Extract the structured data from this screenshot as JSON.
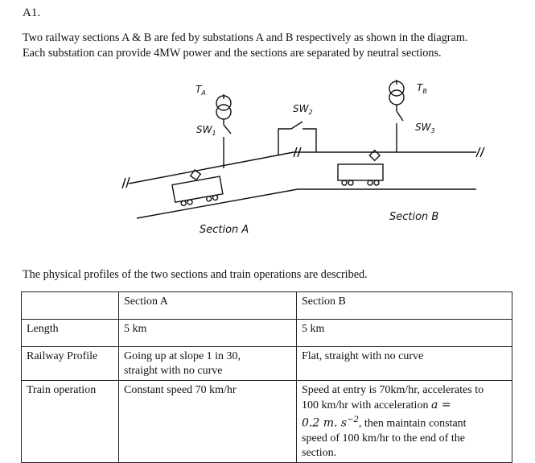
{
  "question": {
    "label": "A1."
  },
  "intro": {
    "line1": "Two railway sections A & B are fed by substations A and B respectively as shown in the diagram.",
    "line2": "Each substation can provide 4MW power and the sections are separated by neutral sections."
  },
  "diagram": {
    "transformer_a": "T",
    "transformer_a_sub": "A",
    "transformer_b": "T",
    "transformer_b_sub": "B",
    "switch_1": "SW",
    "switch_1_sub": "1",
    "switch_2": "SW",
    "switch_2_sub": "2",
    "switch_3": "SW",
    "switch_3_sub": "3",
    "section_a_label": "Section A",
    "section_b_label": "Section B"
  },
  "profile_note": "The physical profiles of the two sections and train operations are described.",
  "table": {
    "header": [
      "",
      "Section A",
      "Section B"
    ],
    "rows": [
      {
        "label": "Length",
        "a": "5 km",
        "b": "5 km"
      },
      {
        "label": "Railway Profile",
        "a_line1": "Going up at slope 1 in 30,",
        "a_line2": "straight with no curve",
        "b": "Flat, straight with no curve"
      },
      {
        "label": "Train operation",
        "a": "Constant speed 70 km/hr",
        "b_line1": "Speed at entry is 70km/hr, accelerates to",
        "b_line2_pre": "100 km/hr with acceleration ",
        "b_line2_math": "a =",
        "b_line3_math": "0.2 m. s",
        "b_line3_exp": "−2",
        "b_line3_post": ", then maintain constant",
        "b_line4": "speed of 100 km/hr to the end of the",
        "b_line5": "section."
      }
    ]
  }
}
